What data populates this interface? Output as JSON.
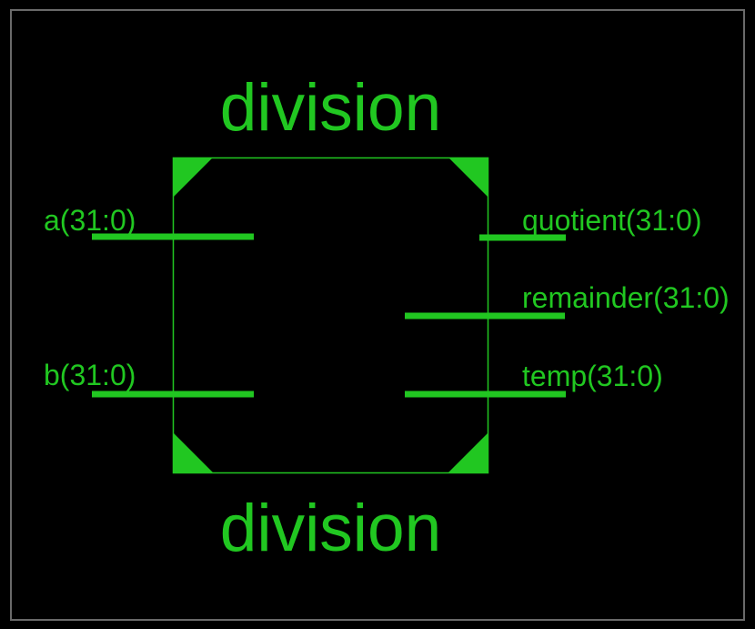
{
  "module": {
    "title_top": "division",
    "title_bottom": "division",
    "ports": {
      "inputs": [
        {
          "name": "a(31:0)"
        },
        {
          "name": "b(31:0)"
        }
      ],
      "outputs": [
        {
          "name": "quotient(31:0)"
        },
        {
          "name": "remainder(31:0)"
        },
        {
          "name": "temp(31:0)"
        }
      ]
    }
  },
  "colors": {
    "schematic_green": "#21C721",
    "background": "#000000",
    "frame_gray": "#6a6a6a"
  }
}
